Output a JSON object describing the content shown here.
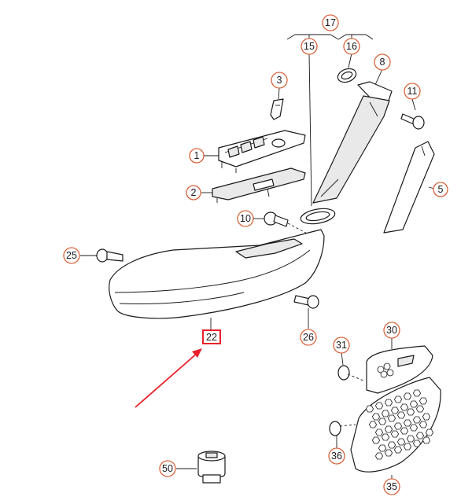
{
  "diagram": {
    "callouts": {
      "c17": "17",
      "c15": "15",
      "c16": "16",
      "c8": "8",
      "c3": "3",
      "c11": "11",
      "c1": "1",
      "c2": "2",
      "c5": "5",
      "c10": "10",
      "c25": "25",
      "c26": "26",
      "c30": "30",
      "c31": "31",
      "c36": "36",
      "c35": "35",
      "c50": "50"
    },
    "highlighted_part": {
      "label": "22",
      "box_color": "#e8202a",
      "arrow_color": "#e8202a"
    },
    "colors": {
      "callout_ring": "#d9623a",
      "line": "#1a1a1a"
    }
  }
}
